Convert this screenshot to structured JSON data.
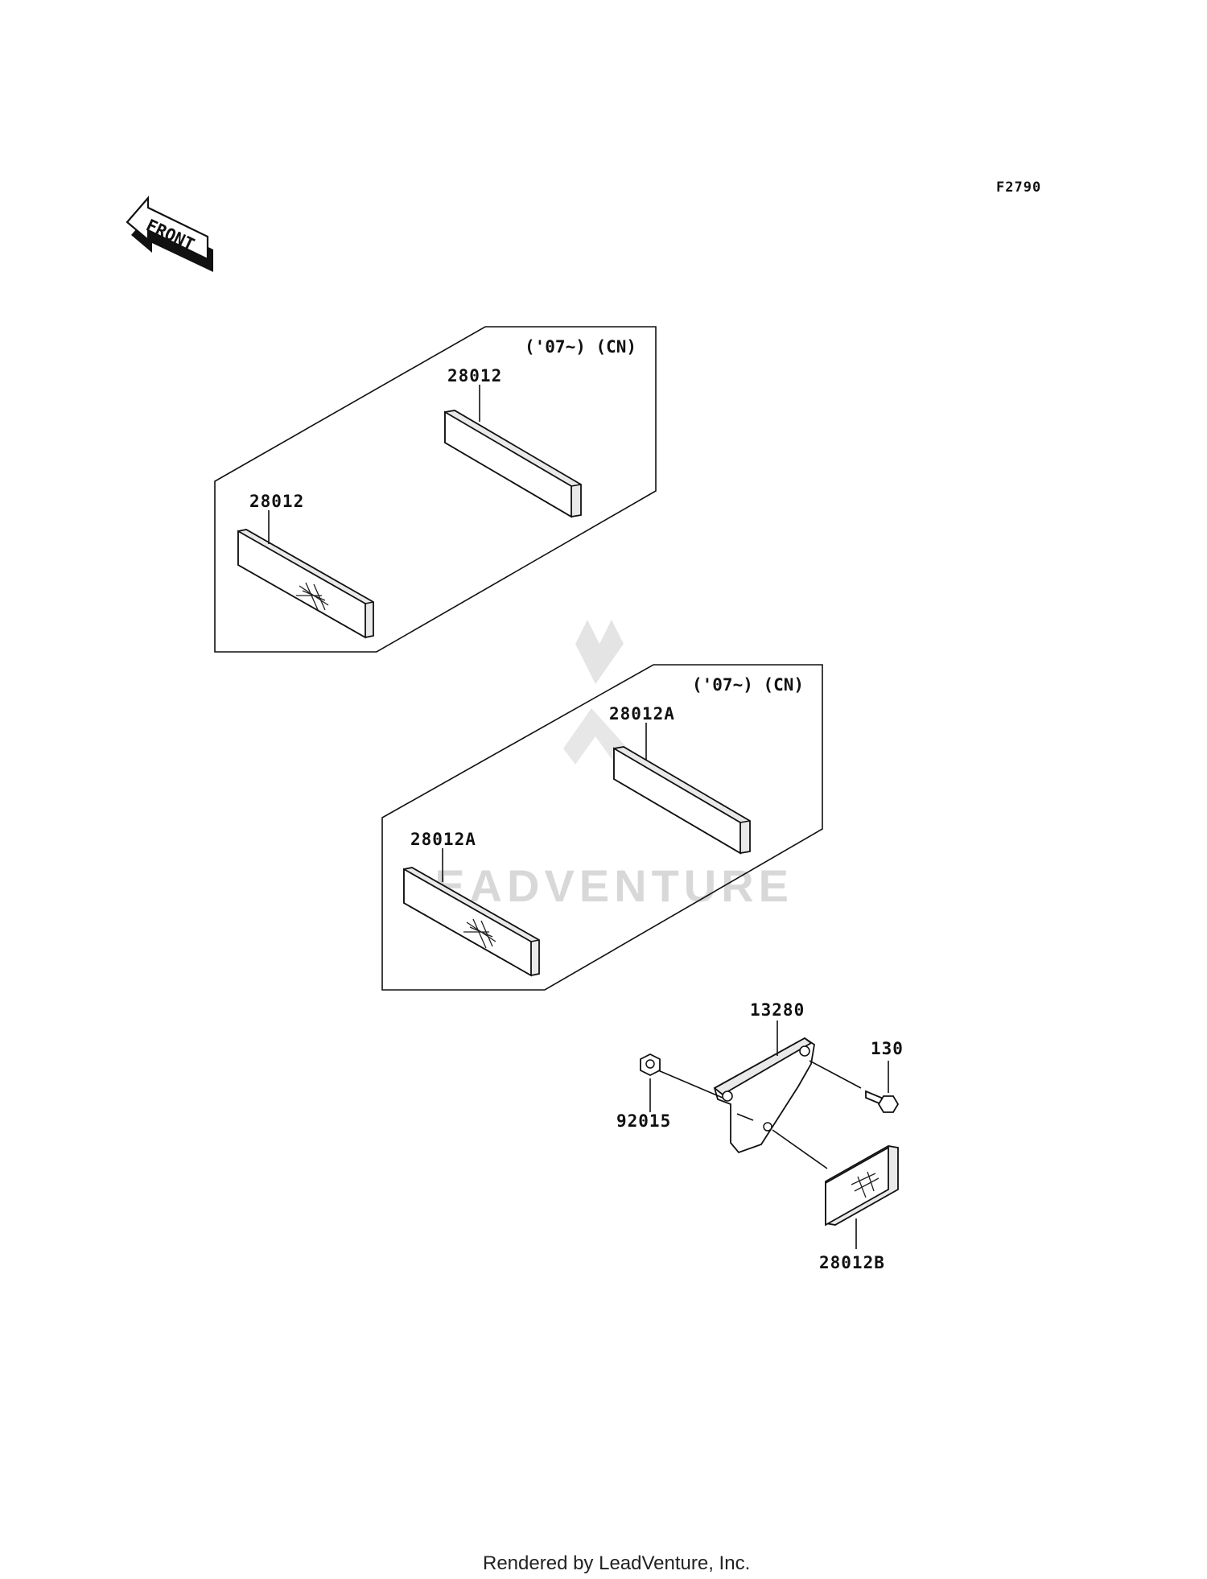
{
  "figure_code": "F2790",
  "front_label": "FRONT",
  "groups": [
    {
      "note": "('07~) (CN)",
      "parts": [
        "28012",
        "28012"
      ]
    },
    {
      "note": "('07~) (CN)",
      "parts": [
        "28012A",
        "28012A"
      ]
    }
  ],
  "bracket_parts": {
    "bracket": "13280",
    "bolt": "130",
    "nut": "92015",
    "reflector": "28012B"
  },
  "watermark": "LEADVENTURE",
  "footer": "Rendered by LeadVenture, Inc."
}
